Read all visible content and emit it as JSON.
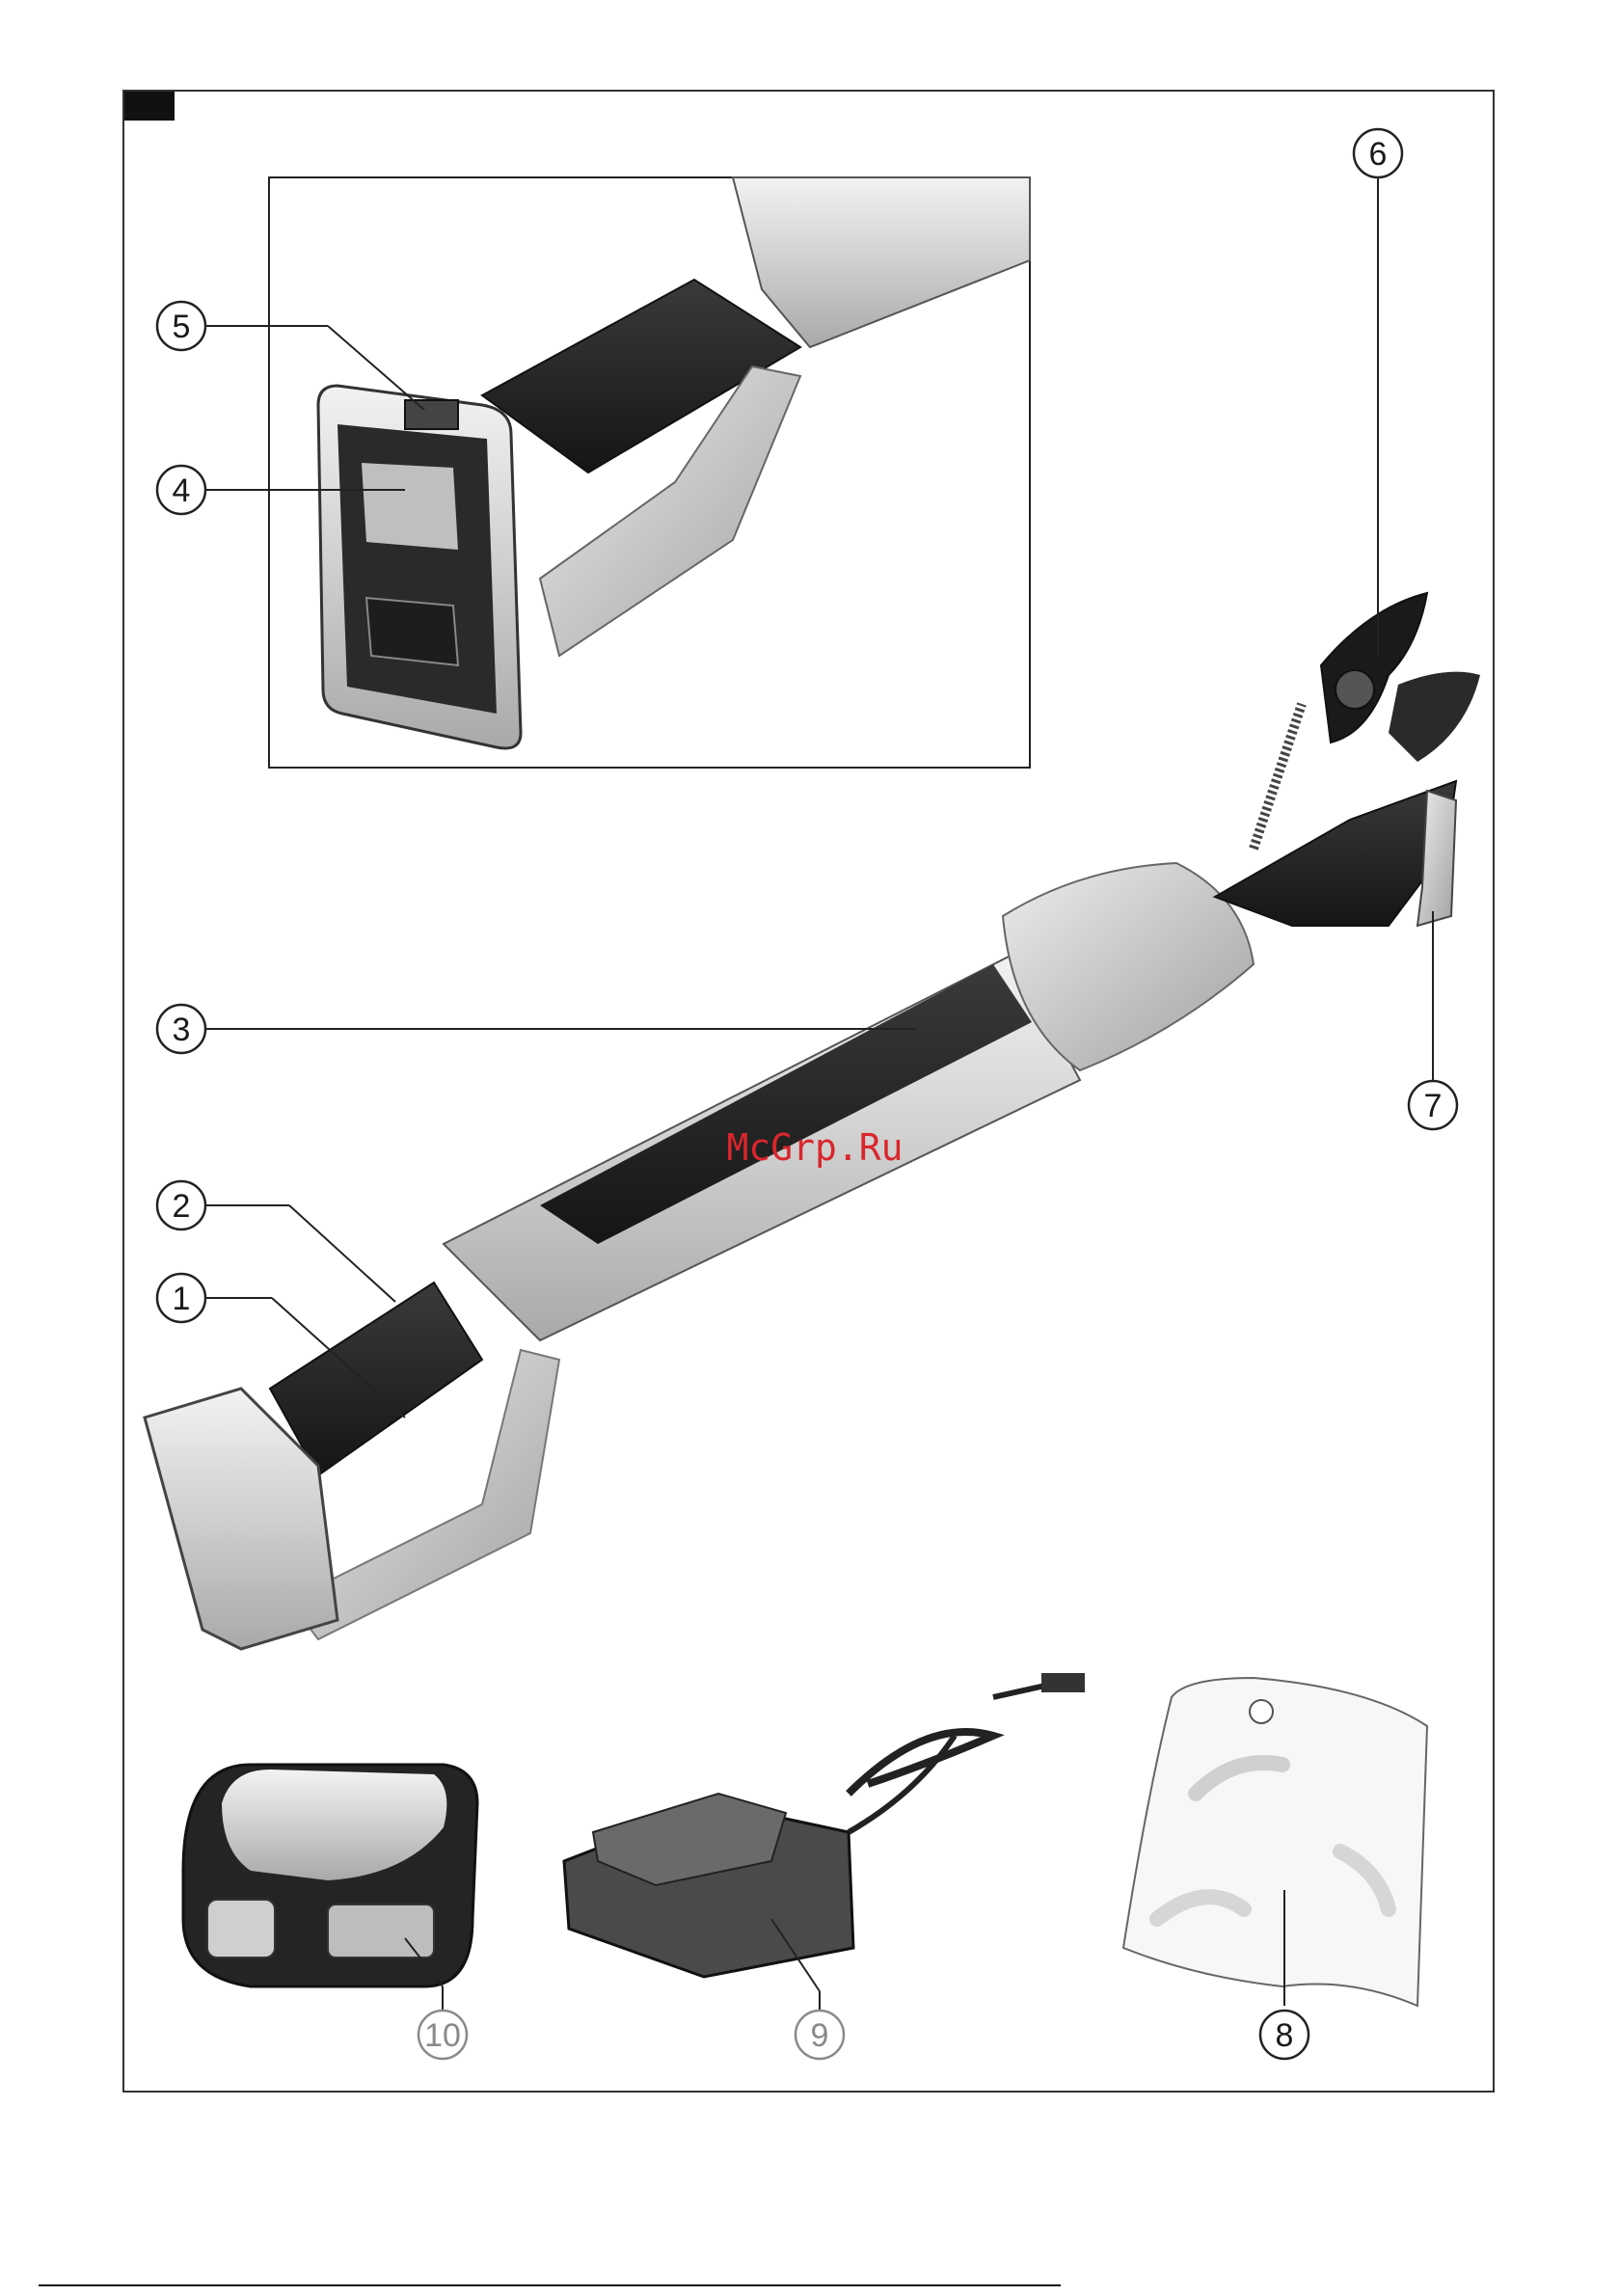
{
  "figure": {
    "marker": ""
  },
  "watermark": "McGrp.Ru",
  "callouts": [
    {
      "id": "1",
      "label": "1"
    },
    {
      "id": "2",
      "label": "2"
    },
    {
      "id": "3",
      "label": "3"
    },
    {
      "id": "4",
      "label": "4"
    },
    {
      "id": "5",
      "label": "5"
    },
    {
      "id": "6",
      "label": "6"
    },
    {
      "id": "7",
      "label": "7"
    },
    {
      "id": "8",
      "label": "8"
    },
    {
      "id": "9",
      "label": "9"
    },
    {
      "id": "10",
      "label": "10"
    }
  ],
  "colors": {
    "body_light": "#d9d9d9",
    "body_mid": "#b5b5b5",
    "grip_dark": "#2b2b2b",
    "outline": "#111111",
    "callout_gray": "#8a8a8a",
    "watermark": "#d9262c"
  }
}
